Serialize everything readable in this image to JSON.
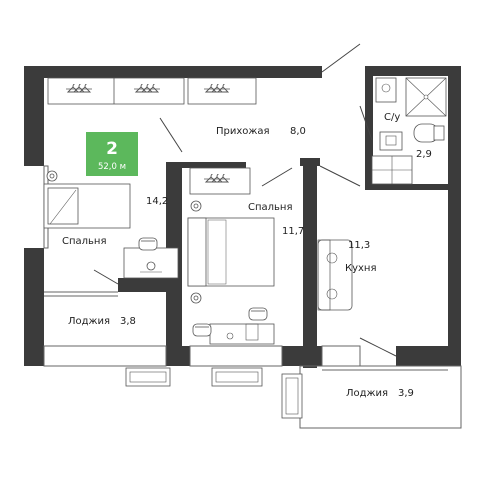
{
  "plan": {
    "badge": {
      "rooms": "2",
      "area": "52,0 м",
      "color": "#5cb85c"
    },
    "wall_color": "#3b3b3b",
    "rooms": {
      "bedroom_left": {
        "name": "Спальня",
        "area": "14,2"
      },
      "hallway": {
        "name": "Прихожая",
        "area": "8,0"
      },
      "bathroom": {
        "name": "С/у",
        "area": "2,9"
      },
      "bedroom_mid": {
        "name": "Спальня",
        "area": "11,7"
      },
      "kitchen": {
        "name": "Кухня",
        "area": "11,3"
      },
      "loggia_left": {
        "name": "Лоджия",
        "area": "3,8"
      },
      "loggia_right": {
        "name": "Лоджия",
        "area": "3,9"
      }
    },
    "icons": [
      "hanger-icon",
      "bed-icon",
      "sofa-icon",
      "chair-icon",
      "desk-icon",
      "lamp-icon",
      "shower-icon",
      "toilet-icon",
      "sink-icon",
      "window-icon",
      "door-icon"
    ]
  }
}
